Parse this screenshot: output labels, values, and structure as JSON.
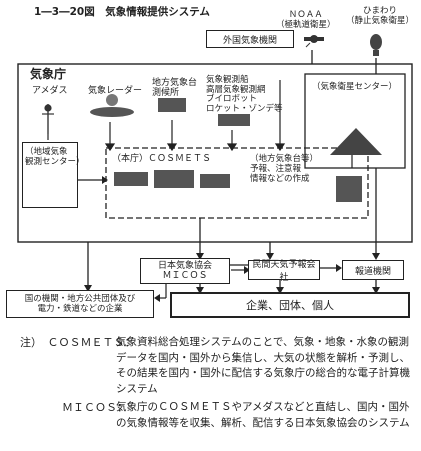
{
  "title": "1―3―20図　気象情報提供システム",
  "satellites": {
    "noaa": "ＮＯＡＡ\n（極軌道衛星）",
    "himawari": "ひまわり\n（静止気象衛星）"
  },
  "foreign_agency": "外国気象機関",
  "jma": {
    "label": "気象庁",
    "amedas": "アメダス",
    "radar": "気象レーダー",
    "local_station": "地方気象台\n測候所",
    "observatory": "気象観測船\n高層気象観測網\nブイロボット\nロケット・ゾンデ等",
    "satellite_center": "（気象衛星センター）",
    "regional_center": "（地域気象\n観測センター）",
    "cosmets": "（本庁）ＣＯＳＭＥＴＳ",
    "local_office": "（地方気象台等）\n予報、注意報\n情報などの作成"
  },
  "nodes": {
    "jwa": "日本気象協会\nＭＩＣＯＳ",
    "private": "民間天気予報会社",
    "media": "報道機関",
    "government": "国の機関・地方公共団体及び\n電力・鉄道などの企業",
    "public": "企業、団体、個人"
  },
  "notes": [
    {
      "label": "注）　ＣＯＳＭＥＴＳ：",
      "text": "気象資料総合処理システムのことで、気象・地象・水象の観測データを国内・国外から集信し、大気の状態を解析・予測し、その結果を国内・国外に配信する気象庁の総合的な電子計算機システム"
    },
    {
      "label": "ＭＩＣＯＳ：",
      "text": "気象庁のＣＯＳＭＥＴＳやアメダスなどと直結し、国内・国外の気象情報等を収集、解析、配信する日本気象協会のシステム"
    }
  ]
}
